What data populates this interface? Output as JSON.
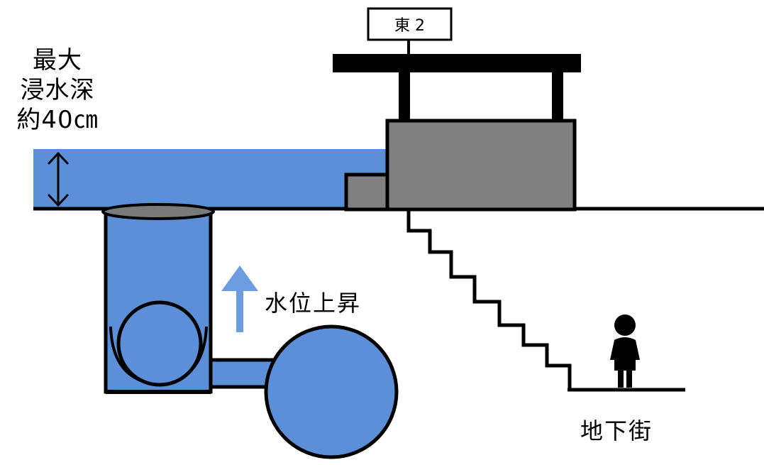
{
  "labels": {
    "max_depth": [
      "最大",
      "浸水深",
      "約40㎝"
    ],
    "water_rise": "水位上昇",
    "underground_mall": "地下街",
    "sign": "東 2"
  },
  "colors": {
    "water": "#5b8fd8",
    "water_dark": "#4f86cf",
    "building": "#808080",
    "outline": "#000000",
    "arrow": "#6d9de0",
    "manhole_cover": "#7a7a7a"
  },
  "icons": {
    "depth_marker": "double-arrow-icon",
    "rise_arrow": "up-arrow-icon",
    "person": "person-icon"
  }
}
